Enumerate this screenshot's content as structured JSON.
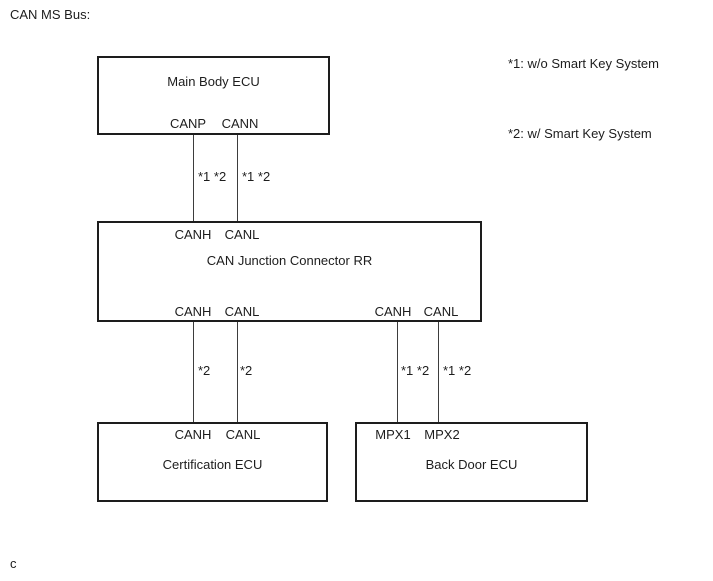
{
  "title": "CAN MS Bus:",
  "footer_char": "c",
  "notes": {
    "note1": "*1: w/o Smart Key System",
    "note2": "*2: w/ Smart Key System"
  },
  "main_body_ecu": {
    "label": "Main Body ECU",
    "pins": [
      "CANP",
      "CANN"
    ]
  },
  "junction_connector": {
    "label": "CAN Junction Connector RR",
    "top_pins": [
      "CANH",
      "CANL"
    ],
    "bottom_left_pins": [
      "CANH",
      "CANL"
    ],
    "bottom_right_pins": [
      "CANH",
      "CANL"
    ]
  },
  "certification_ecu": {
    "label": "Certification ECU",
    "pins": [
      "CANH",
      "CANL"
    ]
  },
  "back_door_ecu": {
    "label": "Back Door ECU",
    "pins": [
      "MPX1",
      "MPX2"
    ]
  },
  "wire_labels": {
    "upper_left": "*1 *2",
    "upper_right": "*1 *2",
    "lower_left_1": "*2",
    "lower_left_2": "*2",
    "lower_right_1": "*1 *2",
    "lower_right_2": "*1 *2"
  },
  "colors": {
    "line": "#1d1d1d",
    "background": "#ffffff"
  }
}
